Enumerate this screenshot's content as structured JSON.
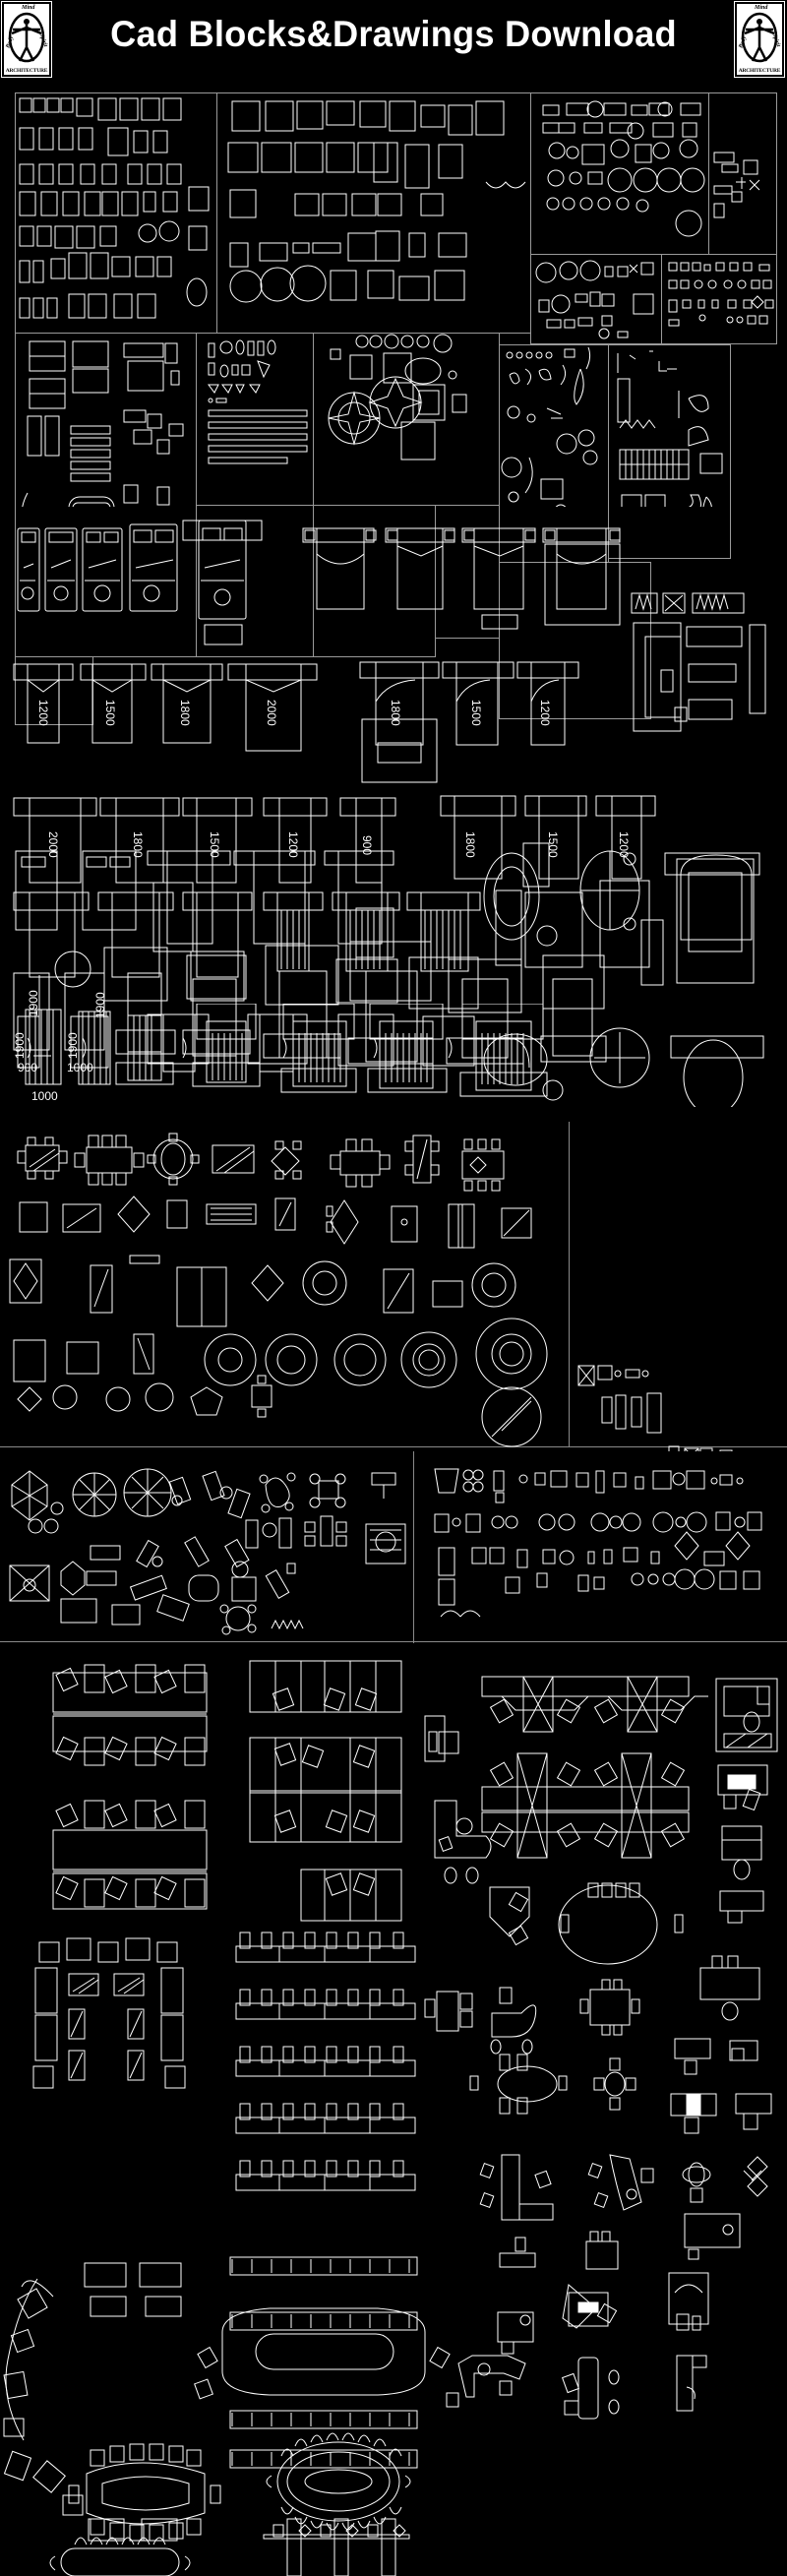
{
  "header": {
    "title": "Cad Blocks&Drawings Download",
    "logo_left": {
      "top": "Mind",
      "left": "Body",
      "right": "Spirit",
      "bottom": "ARCHITECTURE"
    },
    "logo_right": {
      "top": "Mind",
      "left": "Body",
      "right": "Spirit",
      "bottom": "ARCHITECTURE"
    }
  },
  "colors": {
    "background": "#000000",
    "linework": "#ffffff",
    "panel_border": "#9a9a9a"
  },
  "sections": [
    {
      "id": "overview-collage",
      "label": "Furniture blocks collage (beds, sofas, dining, outdoor, office, decor, plants, stairs, cars)"
    },
    {
      "id": "beds",
      "label": "Bed blocks"
    },
    {
      "id": "dining",
      "label": "Dining table blocks"
    },
    {
      "id": "outdoor-chairs",
      "label": "Outdoor furniture & chair blocks"
    },
    {
      "id": "office",
      "label": "Office furniture blocks"
    }
  ],
  "beds": {
    "row2_sizes": [
      "1200",
      "1500",
      "1800",
      "2000"
    ],
    "row2b_sizes": [
      "1800",
      "1500",
      "1200"
    ],
    "row3_sizes": [
      "2000",
      "1800",
      "1500",
      "1200",
      "900"
    ],
    "row3b_sizes": [
      "1800",
      "1500",
      "1200"
    ],
    "single_dims": [
      {
        "length": "1900",
        "width": "900"
      },
      {
        "length": "1900",
        "width": "1000"
      }
    ],
    "striped_dims": [
      {
        "length": "1900",
        "width": "1000"
      },
      {
        "length": "1900",
        "width": ""
      }
    ]
  }
}
